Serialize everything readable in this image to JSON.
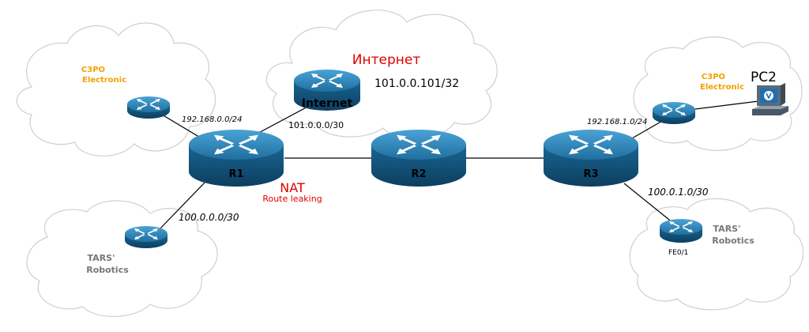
{
  "colors": {
    "accent_red": "#e00000",
    "orange": "#f5a000",
    "gray_text": "#777777",
    "router_top": "#2a7fb0",
    "router_side": "#13577f",
    "cloud_stroke": "#c8c8c8"
  },
  "clouds": {
    "top_left": {
      "line1": "C3PO",
      "line2": "Electronic"
    },
    "bottom_left": {
      "line1": "TARS'",
      "line2": "Robotics"
    },
    "top_right": {
      "line1": "C3PO",
      "line2": "Electronic"
    },
    "bottom_right": {
      "line1": "TARS'",
      "line2": "Robotics"
    },
    "internet": {
      "title": "Интернет",
      "address": "101.0.0.101/32"
    }
  },
  "routers": {
    "internet": {
      "label": "Internet"
    },
    "r1": {
      "label": "R1"
    },
    "r2": {
      "label": "R2"
    },
    "r3": {
      "label": "R3"
    }
  },
  "pc": {
    "label": "PC2",
    "icon": "workstation-icon"
  },
  "links": {
    "net_192_168_0": "192.168.0.0/24",
    "net_101": "101.0.0.0/30",
    "net_100_0_0": "100.0.0.0/30",
    "net_192_168_1": "192.168.1.0/24",
    "net_100_0_1": "100.0.1.0/30"
  },
  "notes": {
    "nat": "NAT",
    "route_leaking": "Route leaking",
    "fe_port": "FE0/1"
  }
}
